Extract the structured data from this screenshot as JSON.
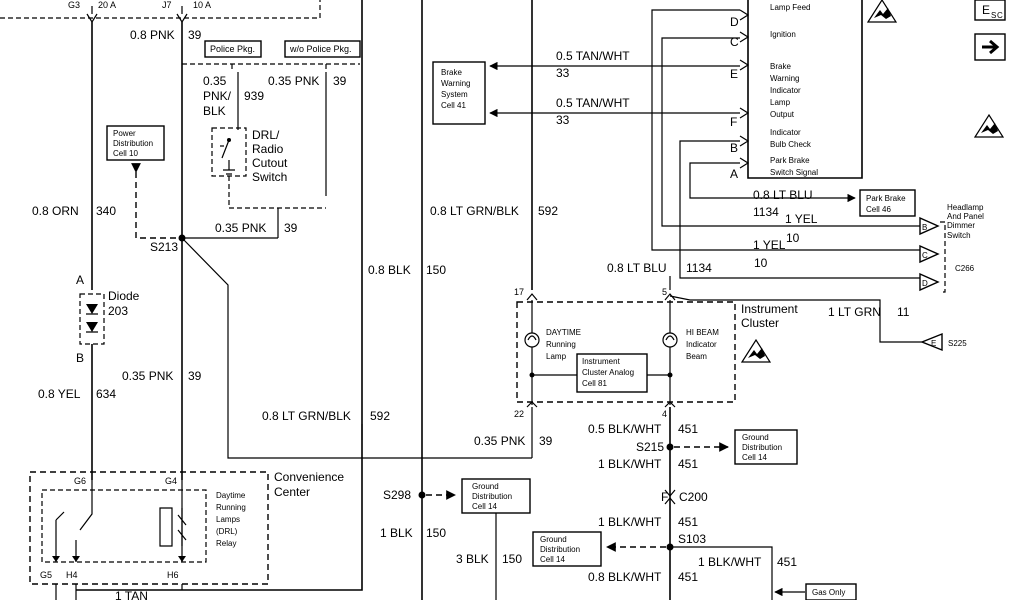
{
  "fuse_block": {
    "fuse1_cav": "G3",
    "fuse1_amp": "20 A",
    "fuse2_cav": "J7",
    "fuse2_amp": "10 A"
  },
  "wires": {
    "w_08pnk": "0.8 PNK",
    "w_08pnk_c": "39",
    "w_08orn": "0.8 ORN",
    "w_08orn_c": "340",
    "w_035pnkblk_a": "0.35",
    "w_035pnkblk_b": "PNK/",
    "w_035pnkblk_c": "BLK",
    "w_035pnkblk_cc": "939",
    "w_035pnk_top": "0.35 PNK",
    "w_035pnk_top_c": "39",
    "w_035pnk_mid": "0.35 PNK",
    "w_035pnk_mid_c": "39",
    "w_035pnk_left": "0.35 PNK",
    "w_035pnk_left_c": "39",
    "w_035pnk_bot": "0.35 PNK",
    "w_035pnk_bot_c": "39",
    "w_08yel": "0.8 YEL",
    "w_08yel_c": "634",
    "w_08blk": "0.8 BLK",
    "w_08blk_c": "150",
    "w_1blk": "1 BLK",
    "w_1blk_c": "150",
    "w_3blk": "3 BLK",
    "w_3blk_c": "150",
    "w_08ltgrn_top": "0.8 LT GRN/BLK",
    "w_08ltgrn_top_c": "592",
    "w_08ltgrn_bot": "0.8 LT GRN/BLK",
    "w_08ltgrn_bot_c": "592",
    "w_05tan1": "0.5 TAN/WHT",
    "w_05tan1_c": "33",
    "w_05tan2": "0.5 TAN/WHT",
    "w_05tan2_c": "33",
    "w_08ltblu1": "0.8 LT BLU",
    "w_08ltblu1_c": "1134",
    "w_08ltblu2": "0.8 LT BLU",
    "w_08ltblu2_c": "1134",
    "w_1yel1": "1 YEL",
    "w_1yel1_c": "10",
    "w_1yel2": "1 YEL",
    "w_1yel2_c": "10",
    "w_1ltgrn": "1 LT GRN",
    "w_1ltgrn_c": "11",
    "w_05blkwht": "0.5 BLK/WHT",
    "w_05blkwht_c": "451",
    "w_1blkwht1": "1 BLK/WHT",
    "w_1blkwht1_c": "451",
    "w_1blkwht2": "1 BLK/WHT",
    "w_1blkwht2_c": "451",
    "w_1blkwht3": "1 BLK/WHT",
    "w_1blkwht3_c": "451",
    "w_08blkwht": "0.8 BLK/WHT",
    "w_08blkwht_c": "451",
    "w_1tan": "1 TAN"
  },
  "splices": {
    "s213": "S213",
    "s215": "S215",
    "s298": "S298",
    "s103": "S103",
    "s225": "S225",
    "c200": "C200",
    "c200_pin": "F",
    "c266": "C266"
  },
  "pins": {
    "d": "D",
    "c": "C",
    "e": "E",
    "f": "F",
    "b": "B",
    "a": "A",
    "ic17": "17",
    "ic5": "5",
    "ic22": "22",
    "ic4": "4",
    "diode_a": "A",
    "diode_b": "B",
    "g6": "G6",
    "g4": "G4",
    "g5": "G5",
    "h4": "H4",
    "h6": "H6",
    "sw_b": "B",
    "sw_c": "C",
    "sw_d": "D",
    "sw_e": "E"
  },
  "module_labels": {
    "lamp_feed": "Lamp Feed",
    "ignition": "Ignition",
    "bw1": "Brake",
    "bw2": "Warning",
    "bw3": "Indicator",
    "bw4": "Lamp",
    "bw5": "Output",
    "ib1": "Indicator",
    "ib2": "Bulb Check",
    "pb1": "Park Brake",
    "pb2": "Switch Signal"
  },
  "boxes": {
    "police": "Police Pkg.",
    "wo_police": "w/o Police Pkg.",
    "power_dist1": "Power",
    "power_dist2": "Distribution",
    "power_dist3": "Cell 10",
    "brake_ws1": "Brake",
    "brake_ws2": "Warning",
    "brake_ws3": "System",
    "brake_ws4": "Cell 41",
    "park_brake1": "Park Brake",
    "park_brake2": "Cell 46",
    "ic_analog1": "Instrument",
    "ic_analog2": "Cluster Analog",
    "ic_analog3": "Cell 81",
    "gnd1_a": "Ground",
    "gnd1_b": "Distribution",
    "gnd1_c": "Cell 14",
    "gnd2_a": "Ground",
    "gnd2_b": "Distribution",
    "gnd2_c": "Cell 14",
    "gnd3_a": "Ground",
    "gnd3_b": "Distribution",
    "gnd3_c": "Cell 14",
    "gas_only": "Gas Only"
  },
  "components": {
    "drl1": "DRL/",
    "drl2": "Radio",
    "drl3": "Cutout",
    "drl4": "Switch",
    "diode1": "Diode",
    "diode2": "203",
    "ic1": "Instrument",
    "ic2": "Cluster",
    "day1": "DAYTIME",
    "day2": "Running",
    "day3": "Lamp",
    "hb1": "HI BEAM",
    "hb2": "Indicator",
    "hb3": "Beam",
    "hd1": "Headlamp",
    "hd2": "And Panel",
    "hd3": "Dimmer",
    "hd4": "Switch",
    "conv1": "Convenience",
    "conv2": "Center",
    "relay1": "Daytime",
    "relay2": "Running",
    "relay3": "Lamps",
    "relay4": "(DRL)",
    "relay5": "Relay"
  },
  "esc_sub": "C",
  "esc_main": "E",
  "esc_s": "S",
  "arrow_icon": "right-arrow-icon",
  "esd_icon": "esd-warning-icon"
}
